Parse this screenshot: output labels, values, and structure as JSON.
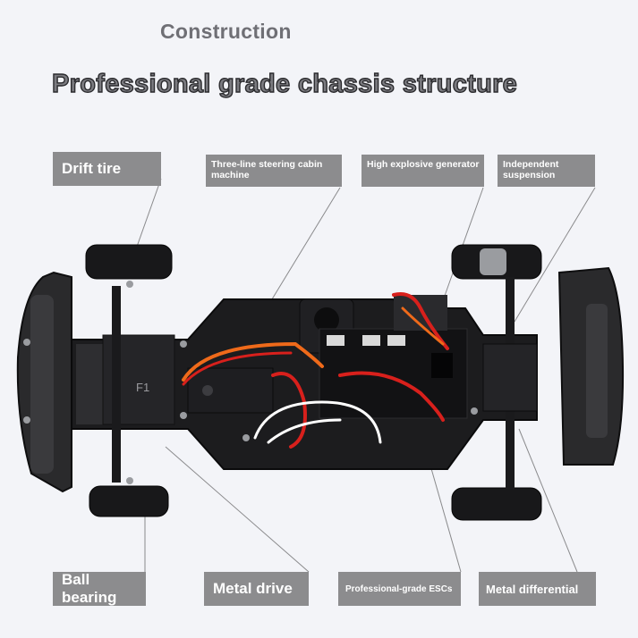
{
  "heading": {
    "subtitle": "Construction",
    "title": "Professional grade chassis structure"
  },
  "labels": {
    "drift_tire": "Drift tire",
    "steering": "Three-line steering cabin machine",
    "generator": "High explosive generator",
    "suspension": "Independent suspension",
    "ball_bearing": "Ball bearing",
    "metal_drive": "Metal drive",
    "esc": "Professional-grade ESCs",
    "differential": "Metal differential"
  },
  "chassis_marking": "F1",
  "colors": {
    "label_bg": "#8c8c8e",
    "chassis": "#1c1c1e",
    "wire_red": "#d8201c",
    "wire_orange": "#ef6a1a"
  }
}
